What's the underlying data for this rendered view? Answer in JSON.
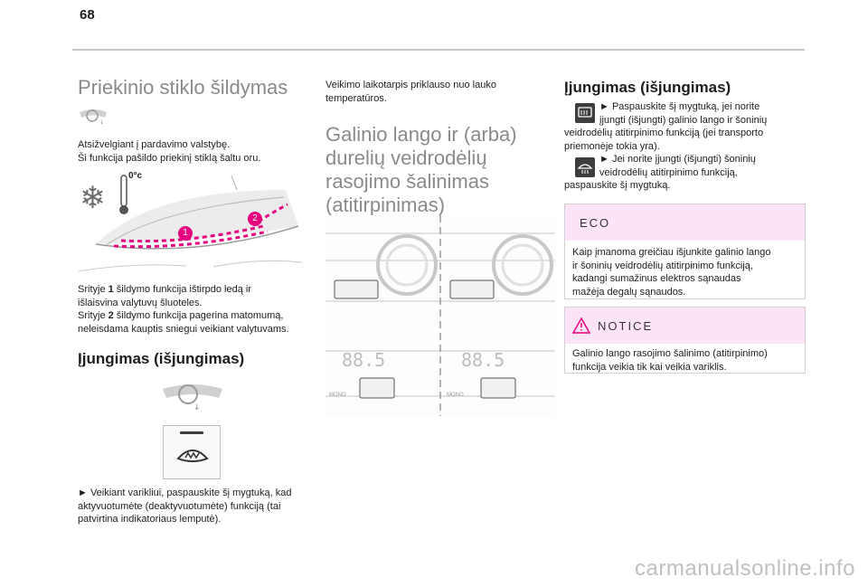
{
  "page": {
    "number": "68"
  },
  "col1": {
    "title": "Priekinio stiklo šildymas",
    "intro_line1": "Atsižvelgiant į pardavimo valstybę.",
    "intro_line2": "Ši funkcija pašildo priekinį stiklą šaltu oru.",
    "figure_temp": "0°c",
    "figure_label1": "1",
    "figure_label2": "2",
    "zone1_pre": "Srityje ",
    "zone1_num": "1",
    "zone1_text": " šildymo funkcija ištirpdo ledą ir",
    "zone1_text2": "išlaisvina valytuvų šluoteles.",
    "zone2_pre": "Srityje ",
    "zone2_num": "2",
    "zone2_text": " šildymo funkcija pagerina matomumą,",
    "zone2_text2": "neleisdama kauptis sniegui veikiant valytuvams.",
    "section_title": "Įjungimas (išjungimas)",
    "instr1": "► Veikiant varikliui, paspauskite šį mygtuką, kad",
    "instr2": "aktyvuotumėte (deaktyvuotumėte) funkciją (tai",
    "instr3": "patvirtina indikatoriaus lemputė)."
  },
  "col2": {
    "intro1": "Veikimo laikotarpis priklauso nuo lauko",
    "intro2": "temperatūros.",
    "title1": "Galinio lango ir (arba)",
    "title2": "durelių veidrodėlių",
    "title3": "rasojimo šalinimas",
    "title4": "(atitirpinimas)",
    "panel_display_left": "88.5",
    "panel_display_right": "88.5",
    "panel_mono_left": "MONO",
    "panel_mono_right": "MONO"
  },
  "col3": {
    "section_title": "Įjungimas (išjungimas)",
    "on1": "► Paspauskite šį mygtuką, jei norite",
    "on2": "įjungti (išjungti) galinio lango ir šoninių",
    "on3": "veidrodėlių atitirpinimo funkciją (jei transporto",
    "on4": "priemonėje tokia yra).",
    "on5": "► Jei norite įjungti (išjungti) šoninių",
    "on6": "veidrodėlių atitirpinimo funkciją,",
    "on7": "paspauskite šį mygtuką.",
    "eco_title": "ECO",
    "eco1": "Kaip įmanoma greičiau išjunkite galinio lango",
    "eco2": "ir šoninių veidrodėlių atitirpinimo funkciją,",
    "eco3": "kadangi sumažinus elektros sąnaudas",
    "eco4": "mažėja degalų sąnaudos.",
    "notice_title": "NOTICE",
    "notice1": "Galinio lango rasojimo šalinimo (atitirpinimo)",
    "notice2": "funkcija veikia tik kai veikia variklis."
  },
  "watermark": "carmanualsonline.info",
  "colors": {
    "accent_pink": "#e6007e",
    "box_head": "#fde3f6",
    "heading_grey": "#8a8a8a"
  }
}
